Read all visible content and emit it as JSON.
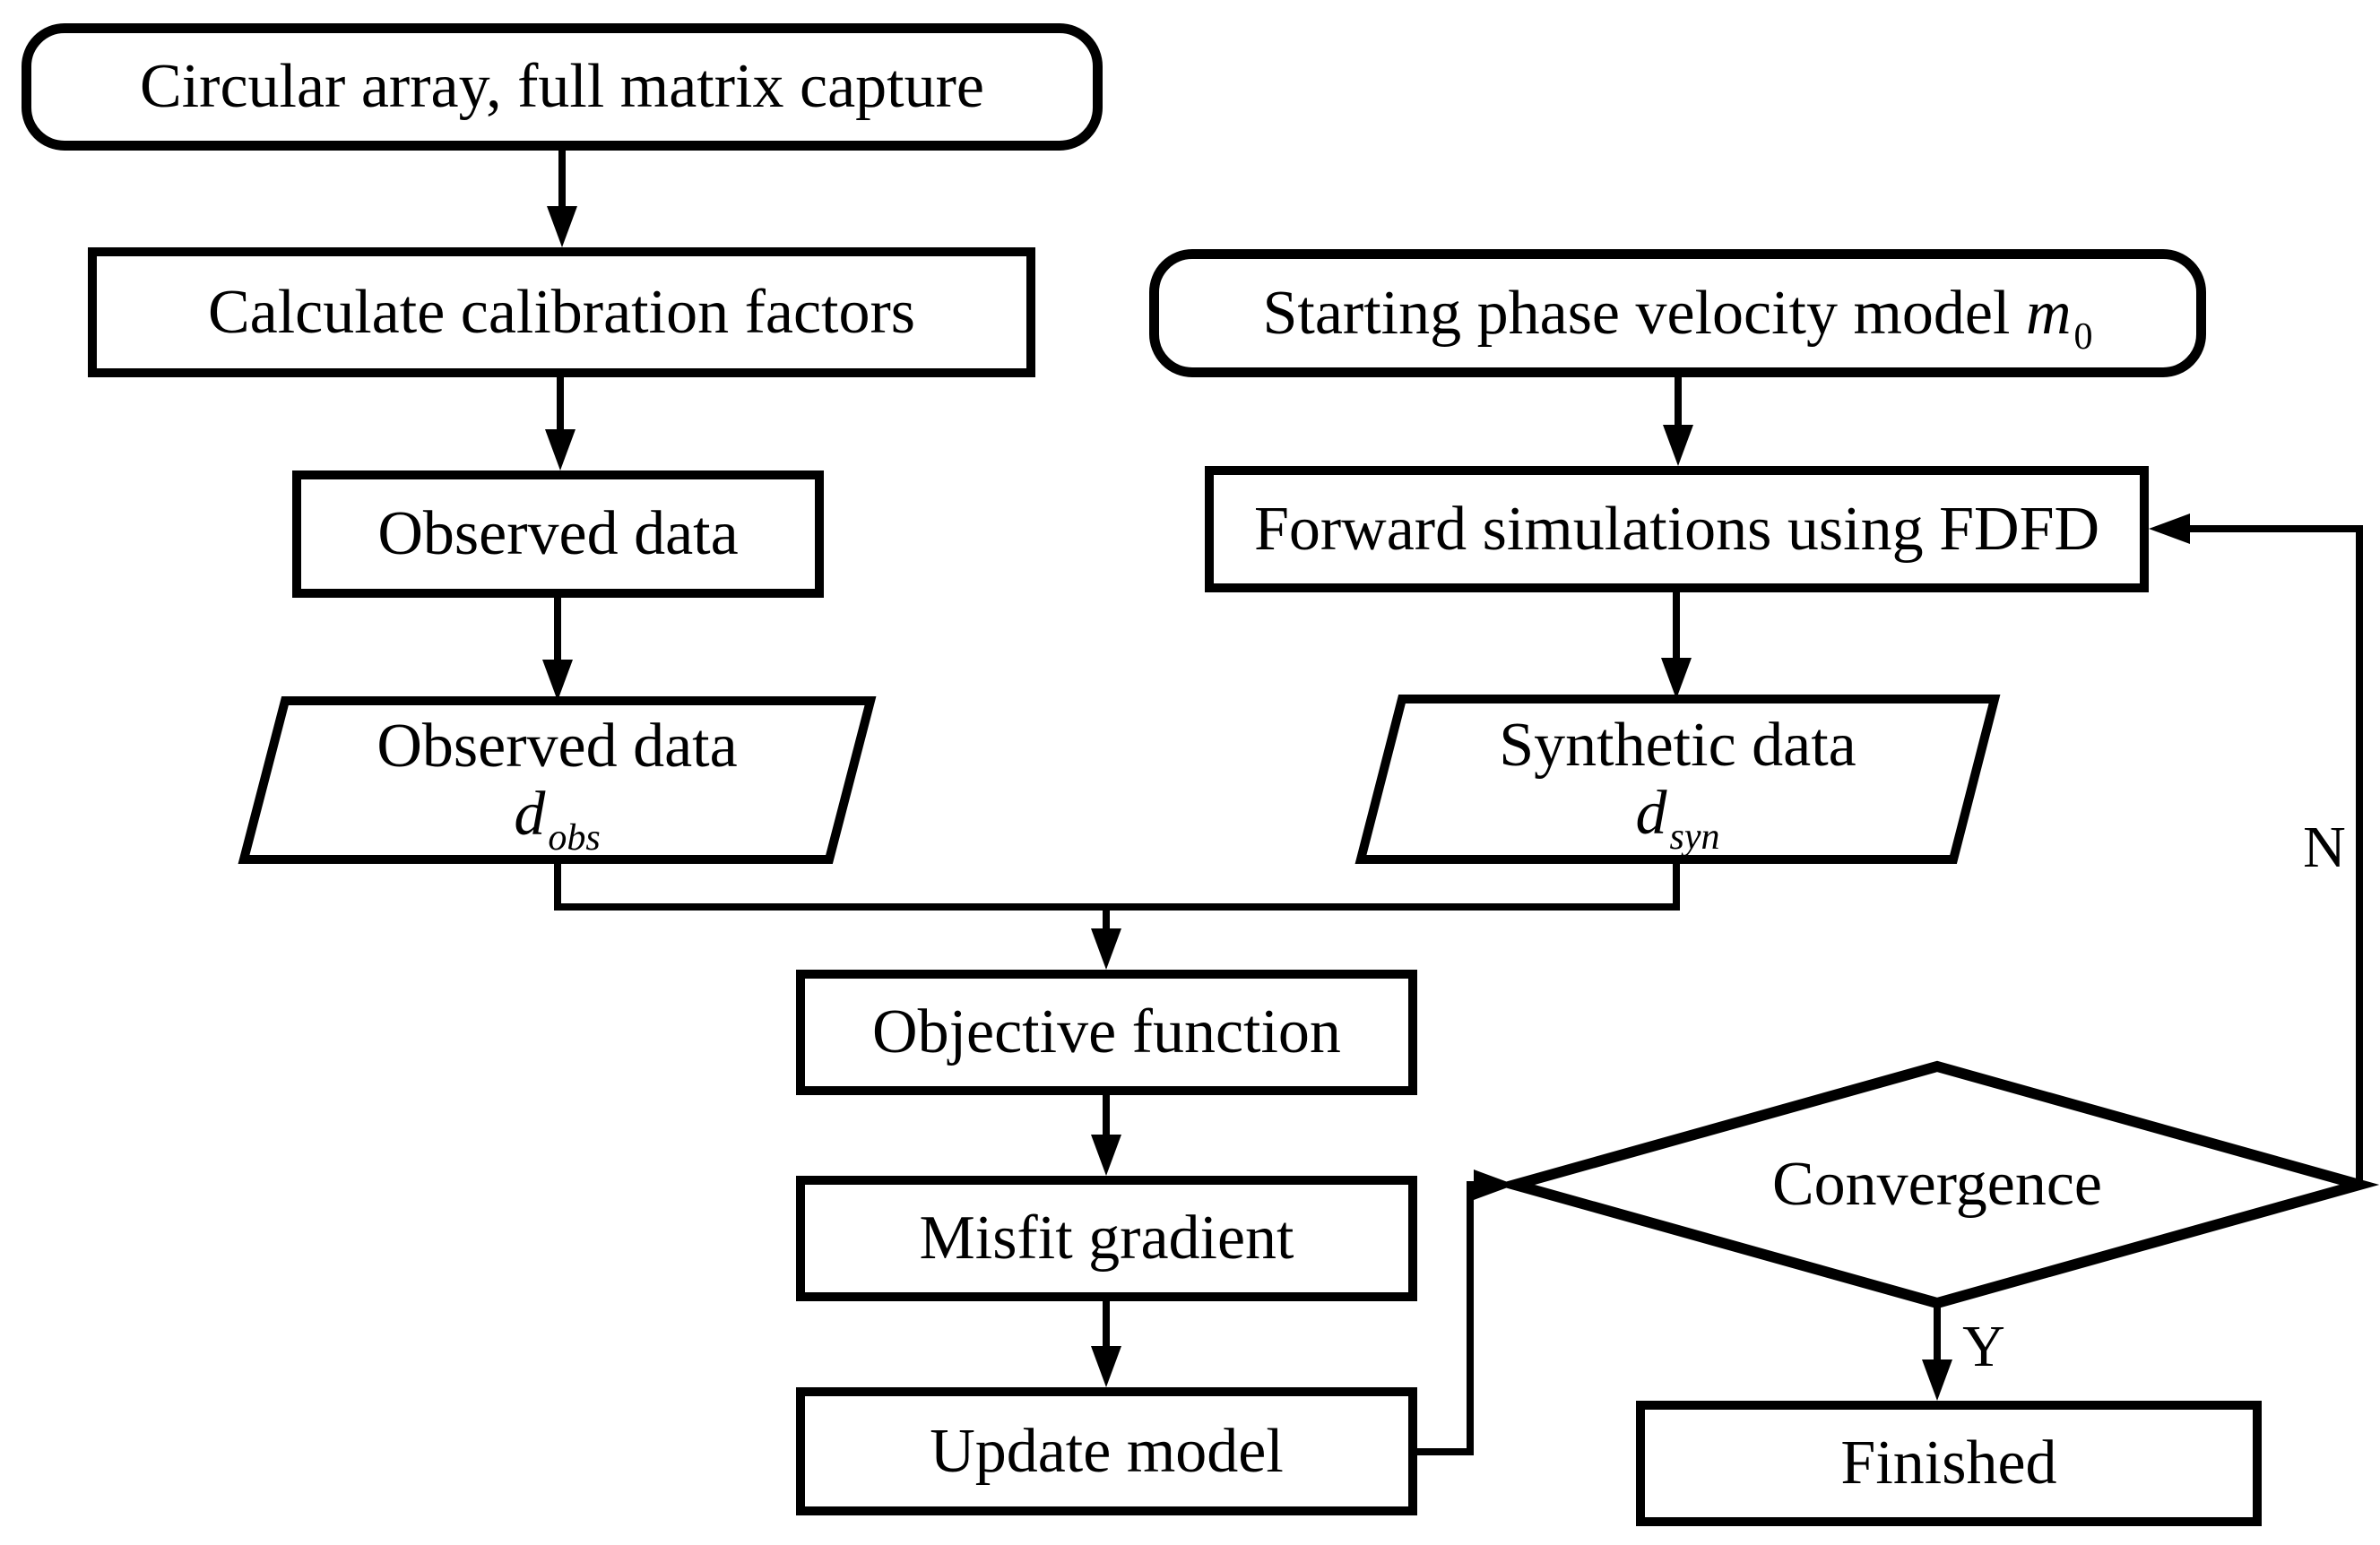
{
  "diagram": {
    "title": "Inversion workflow flowchart",
    "background_color": "#ffffff",
    "stroke_color": "#000000",
    "nodes": {
      "circular_array": {
        "shape": "rounded-rect",
        "label": "Circular array, full matrix capture"
      },
      "calibration": {
        "shape": "rect",
        "label": "Calculate calibration factors"
      },
      "observed_rect": {
        "shape": "rect",
        "label": "Observed data"
      },
      "observed_para": {
        "shape": "parallelogram",
        "label": "Observed data",
        "var": "d",
        "sub": "obs"
      },
      "start_model": {
        "shape": "rounded-rect",
        "label": "Starting phase velocity model ",
        "var": "m",
        "sub": "0"
      },
      "fdfd": {
        "shape": "rect",
        "label": "Forward simulations using FDFD"
      },
      "synthetic_para": {
        "shape": "parallelogram",
        "label": "Synthetic data",
        "var": "d",
        "sub": "syn"
      },
      "objective": {
        "shape": "rect",
        "label": "Objective function"
      },
      "misfit": {
        "shape": "rect",
        "label": "Misfit gradient"
      },
      "update": {
        "shape": "rect",
        "label": "Update model"
      },
      "convergence": {
        "shape": "diamond",
        "label": "Convergence"
      },
      "finished": {
        "shape": "rect",
        "label": "Finished"
      }
    },
    "branch_labels": {
      "no": "N",
      "yes": "Y"
    }
  }
}
